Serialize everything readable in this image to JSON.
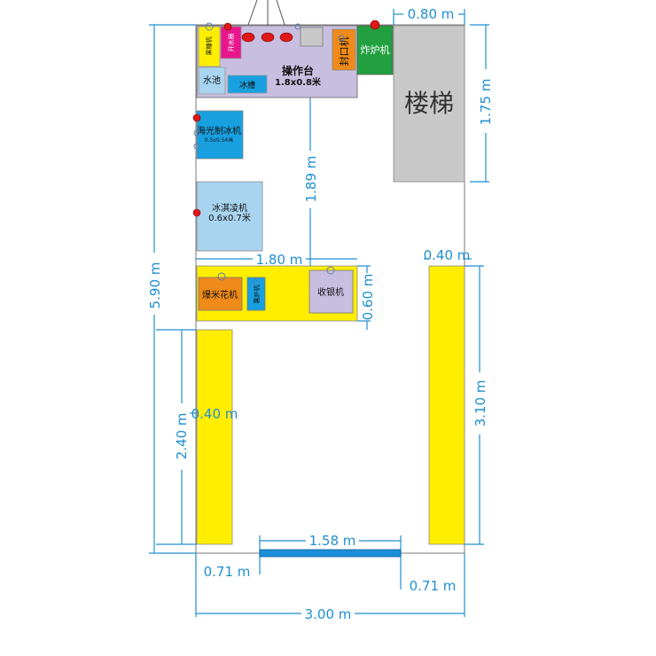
{
  "equipment": {
    "juicer": "果糖机",
    "water_dispenser": "开水器",
    "sink": "水池",
    "prep_table_name": "操作台",
    "prep_table_size": "1.8x0.8米",
    "ice_trough": "冰槽",
    "sealer": "封口机",
    "fryer": "炸炉机",
    "stairs": "楼梯",
    "ice_maker_name": "海光制冰机",
    "ice_maker_size": "0.5x0.54米",
    "ice_cream_name": "冰淇凌机",
    "ice_cream_size": "0.6x0.7米",
    "popcorn": "爆米花机",
    "small_fryer": "薯炉机",
    "cashier": "收银机"
  },
  "dimensions": {
    "stairs_width": "0.80 m",
    "stairs_depth": "1.75 m",
    "aisle_depth": "1.89 m",
    "counter_width": "1.80 m",
    "counter_depth": "0.60 m",
    "right_shelf_width": "0.40 m",
    "right_shelf_length": "3.10 m",
    "left_shelf_width": "0.40 m",
    "left_shelf_length": "2.40 m",
    "total_depth": "5.90 m",
    "door_width": "1.58 m",
    "door_left_offset": "0.71 m",
    "door_right_offset": "0.71 m",
    "total_width": "3.00 m"
  },
  "colors": {
    "room_line": "#7a7a7a",
    "dimension": "#1f8fd0",
    "prep_table": "#c8bfe0",
    "yellow": "#ffee00",
    "blue_equipment": "#18a0e0",
    "light_blue": "#a8d4f0",
    "magenta": "#e8168c",
    "orange": "#f08a18",
    "green": "#22a040",
    "stairs": "#c8c8c8",
    "door": "#1a8fd8",
    "red_socket": "#e01818"
  },
  "icons": [
    "lamp-icon",
    "power-socket-icon",
    "water-outlet-icon"
  ]
}
